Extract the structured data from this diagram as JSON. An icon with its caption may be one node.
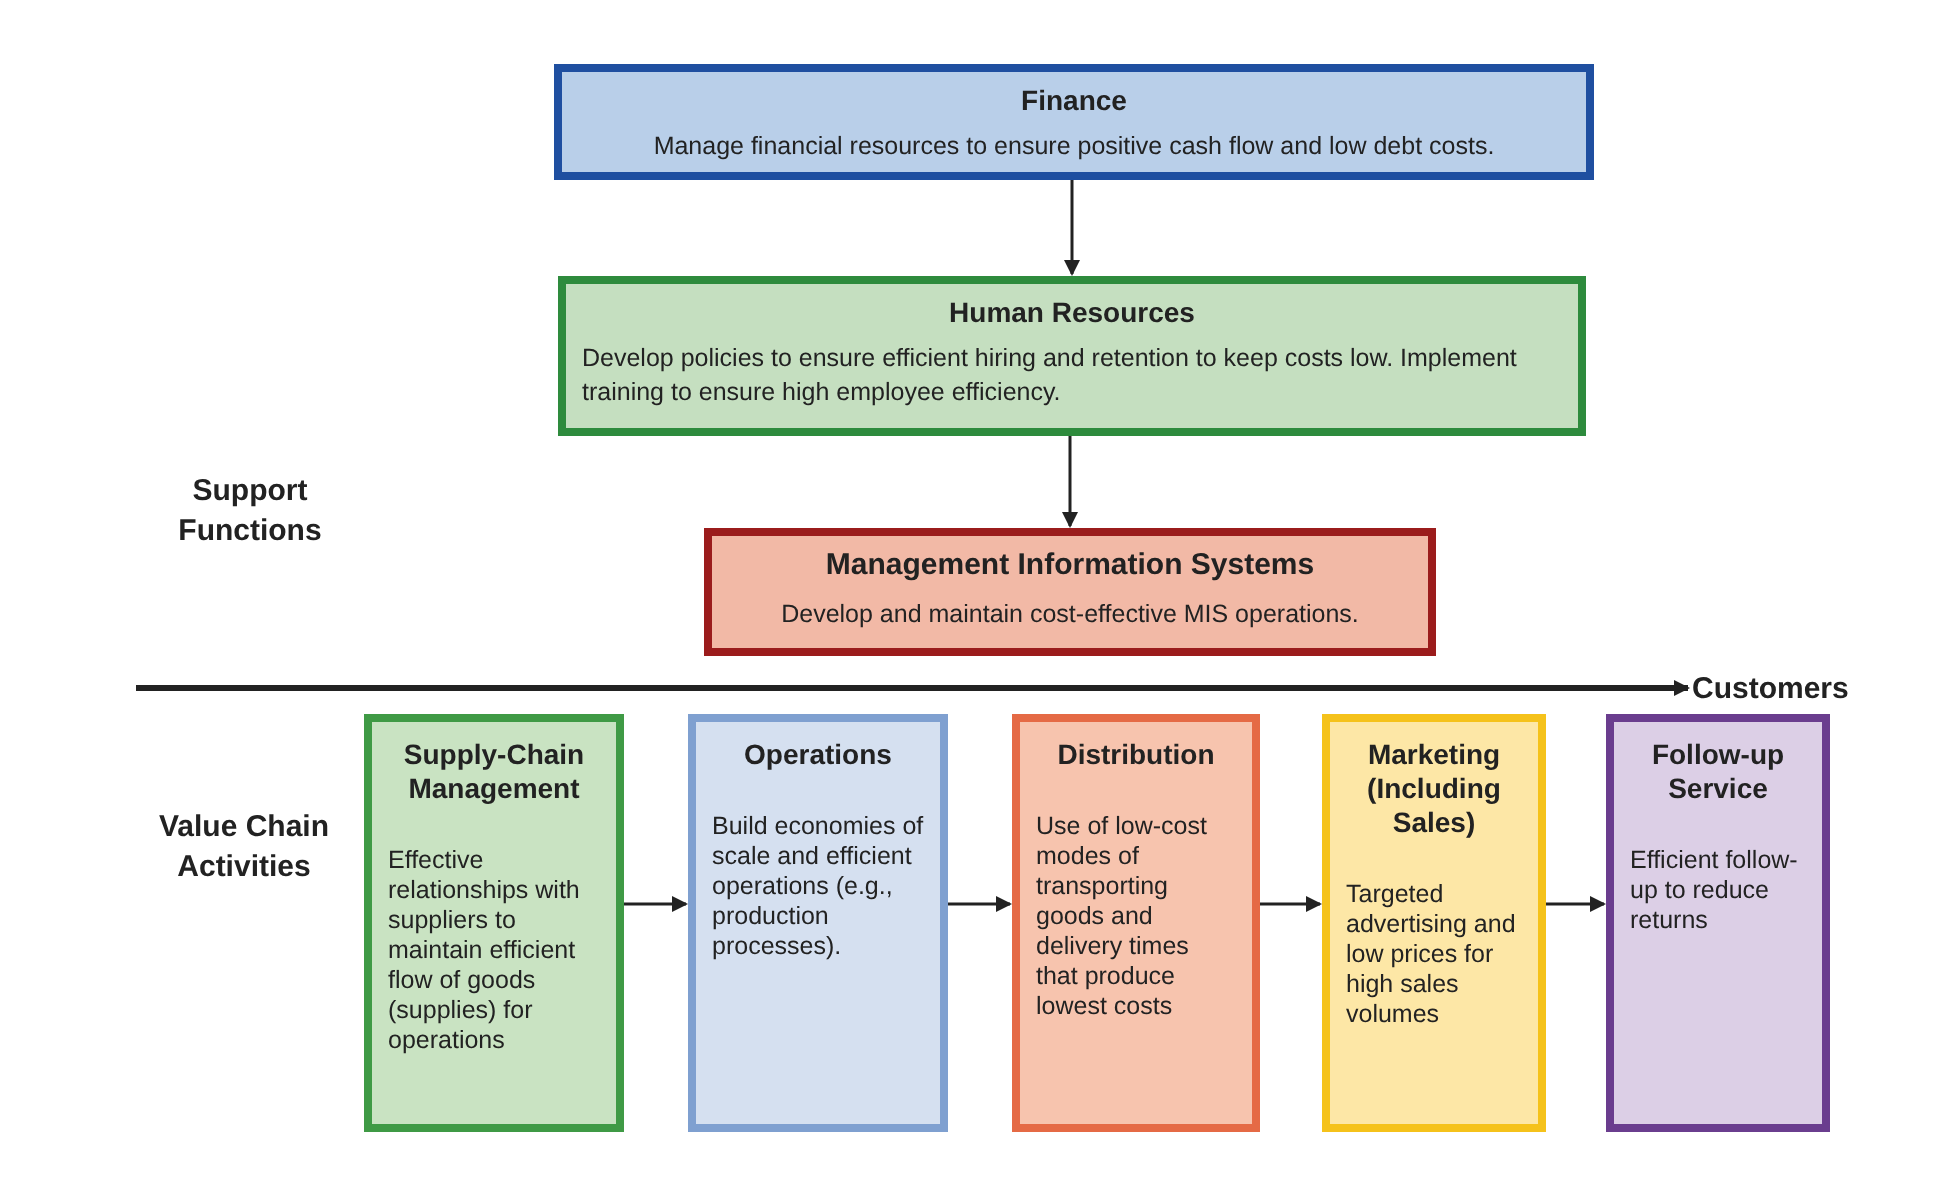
{
  "diagram": {
    "nodes": [
      {
        "text": [
          "Finance",
          "Manage financial resources to ensure positive cash flow and low debt costs."
        ]
      },
      {
        "text": [
          "Human Resources",
          "Develop policies to ensure efficient hiring and retention to keep costs low. Implement training to ensure high employee efficiency."
        ]
      },
      {
        "text": [
          "Management Information Systems",
          "Develop and maintain cost-effective MIS operations."
        ]
      },
      {
        "text": [
          "Supply-Chain Management",
          "Effective relationships with suppliers to maintain efficient flow of goods (supplies) for operations"
        ]
      },
      {
        "text": [
          "Operations",
          "Build economies of scale and efficient operations (e.g., production processes)."
        ]
      },
      {
        "text": [
          "Distribution",
          "Use of low-cost modes of transporting goods and delivery times that produce lowest costs"
        ]
      },
      {
        "text": [
          "Marketing (Including Sales)",
          "Targeted advertising and low prices for high sales volumes"
        ]
      },
      {
        "text": [
          "Follow-up Service",
          "Efficient follow-up to reduce returns"
        ]
      },
      {
        "text": [
          "Customers"
        ]
      }
    ],
    "edges": [
      {
        "from": 0,
        "to": 1,
        "arrow": "to"
      },
      {
        "from": 1,
        "to": 2,
        "arrow": "to"
      },
      {
        "from": null,
        "to": 8,
        "arrow": "to",
        "style": "thick"
      },
      {
        "from": 3,
        "to": 4,
        "arrow": "to"
      },
      {
        "from": 4,
        "to": 5,
        "arrow": "to"
      },
      {
        "from": 5,
        "to": 6,
        "arrow": "to"
      },
      {
        "from": 6,
        "to": 7,
        "arrow": "to"
      }
    ],
    "labels": [
      "Support Functions",
      "Value Chain Activities"
    ]
  }
}
